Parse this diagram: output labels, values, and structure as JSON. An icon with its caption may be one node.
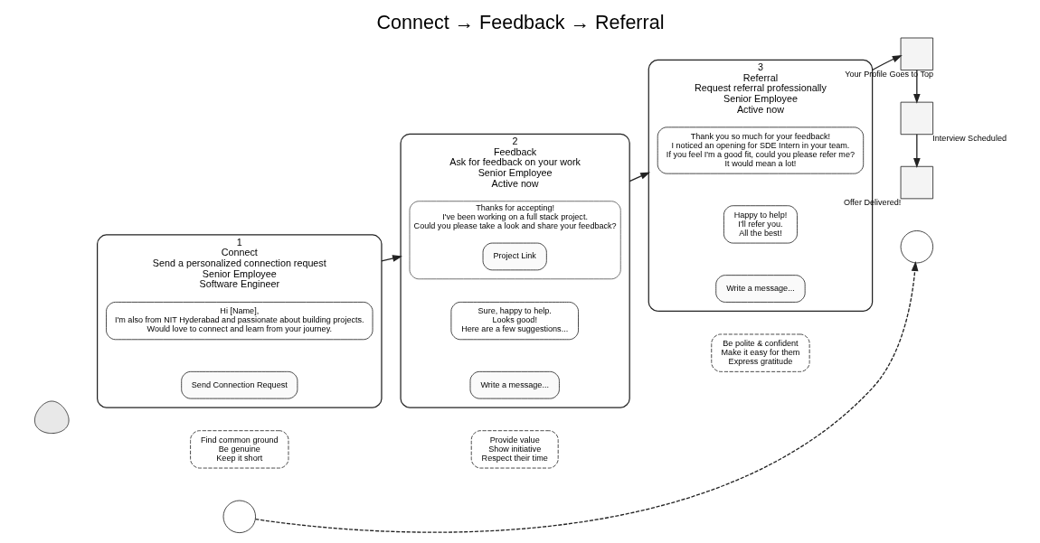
{
  "diagram": {
    "title": "Connect → Feedback → Referral",
    "nodes": [
      {
        "text": [
          "1",
          "Connect",
          "Send a personalized connection request",
          "Senior Employee",
          "Software Engineer"
        ]
      },
      {
        "text": [
          "Hi [Name],",
          "I'm also from NIT Hyderabad and passionate about building projects.",
          "Would love to connect and learn from your journey."
        ],
        "in": 0
      },
      {
        "text": [
          "Send Connection Request"
        ],
        "in": 0
      },
      {
        "text": [
          "Find common ground",
          "Be genuine",
          "Keep it short"
        ]
      },
      {
        "text": [
          "2",
          "Feedback",
          "Ask for feedback on your work",
          "Senior Employee",
          "Active now"
        ]
      },
      {
        "text": [
          "Thanks for accepting!",
          "I've been working on a full stack project.",
          "Could you please take a look and share your feedback?"
        ],
        "in": 4
      },
      {
        "text": [
          "Project Link"
        ],
        "in": 5
      },
      {
        "text": [
          "Sure, happy to help.",
          "Looks good!",
          "Here are a few suggestions..."
        ],
        "in": 4
      },
      {
        "text": [
          "Write a message..."
        ],
        "in": 4
      },
      {
        "text": [
          "Provide value",
          "Show initiative",
          "Respect their time"
        ]
      },
      {
        "text": [
          "3",
          "Referral",
          "Request referral professionally",
          "Senior Employee",
          "Active now"
        ]
      },
      {
        "text": [
          "Thank you so much for your feedback!",
          "I noticed an opening for SDE Intern in your team.",
          "If you feel I'm a good fit, could you please refer me?",
          "It would mean a lot!"
        ],
        "in": 10
      },
      {
        "text": [
          "Happy to help!",
          "I'll refer you.",
          "All the best!"
        ],
        "in": 10
      },
      {
        "text": [
          "Write a message..."
        ],
        "in": 10
      },
      {
        "text": [
          "Be polite & confident",
          "Make it easy for them",
          "Express gratitude"
        ]
      },
      {
        "text": [],
        "shape": "box",
        "beside": [
          "Your Profile Goes to Top"
        ]
      },
      {
        "text": [],
        "shape": "box",
        "beside": [
          "Interview Scheduled"
        ]
      },
      {
        "text": [],
        "shape": "box",
        "beside": [
          "Offer Delivered!"
        ]
      },
      {
        "text": [],
        "shape": "circle"
      },
      {
        "text": [],
        "shape": "circle"
      },
      {
        "text": [],
        "shape": "person"
      }
    ],
    "edges": [
      {
        "from": 0,
        "to": 4,
        "arrow": "to"
      },
      {
        "from": 4,
        "to": 10,
        "arrow": "to"
      },
      {
        "from": 10,
        "to": 15,
        "arrow": "to"
      },
      {
        "from": 15,
        "to": 16,
        "arrow": "to"
      },
      {
        "from": 16,
        "to": 17,
        "arrow": "to"
      },
      {
        "from": 18,
        "to": 19,
        "arrow": "to",
        "style": "dashed"
      }
    ]
  }
}
